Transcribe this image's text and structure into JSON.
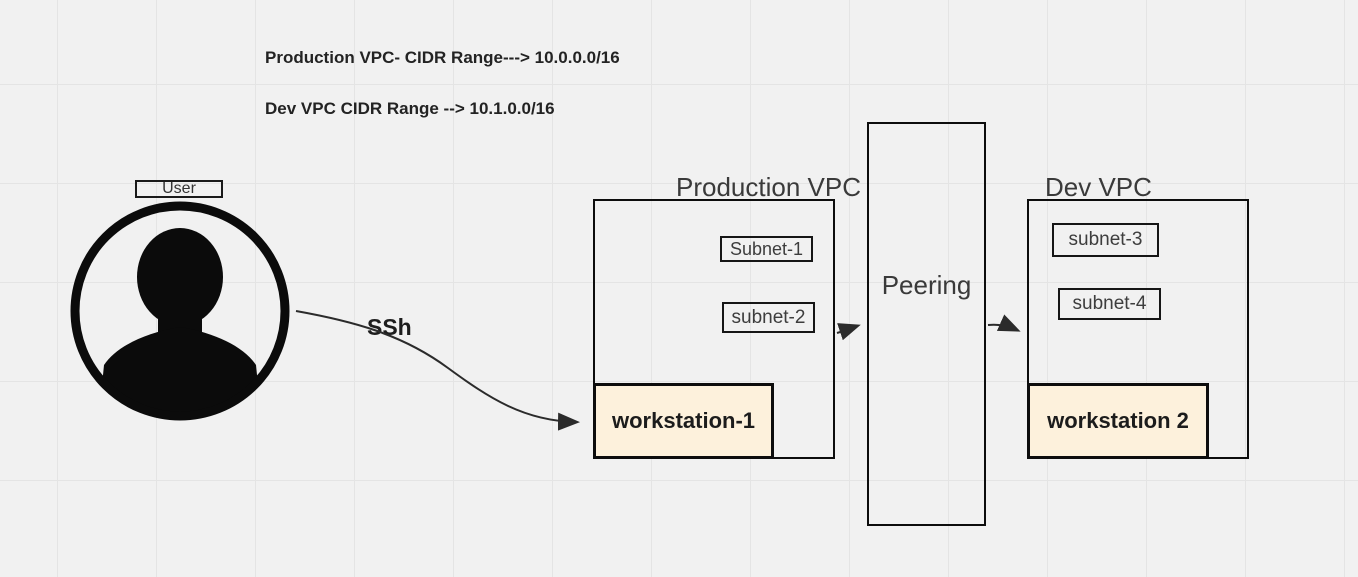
{
  "diagram": {
    "notes": {
      "production_cidr": "Production VPC- CIDR Range---> 10.0.0.0/16",
      "dev_cidr": "Dev VPC CIDR Range --> 10.1.0.0/16"
    },
    "user": {
      "label": "User"
    },
    "ssh_connection": {
      "label": "SSh"
    },
    "production_vpc": {
      "title": "Production VPC",
      "subnets": [
        "Subnet-1",
        "subnet-2"
      ],
      "workstation": "workstation-1"
    },
    "peering": {
      "label": "Peering"
    },
    "dev_vpc": {
      "title": "Dev VPC",
      "subnets": [
        "subnet-3",
        "subnet-4"
      ],
      "workstation": "workstation 2"
    }
  },
  "colors": {
    "background": "#f1f1f1",
    "grid_line": "#e4e4e4",
    "shape_border": "#0d0d0d",
    "workstation_fill": "#fdf1dc",
    "title_text": "#3a3a3a",
    "note_text": "#232323"
  }
}
